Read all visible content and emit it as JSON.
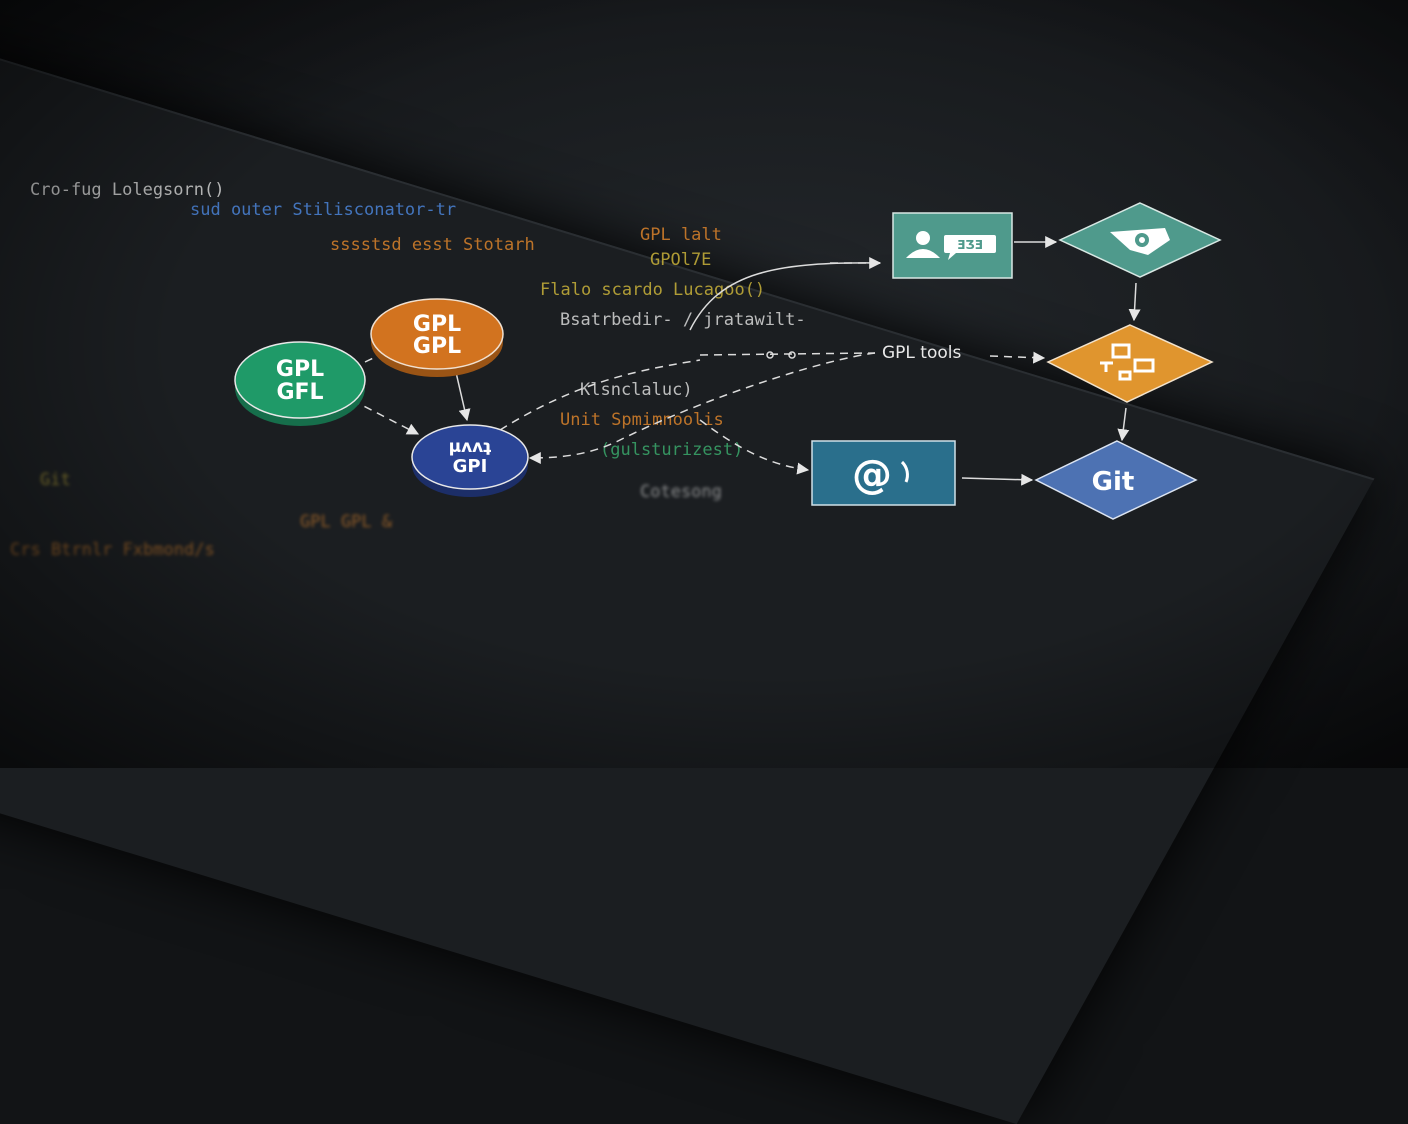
{
  "code_lines": [
    {
      "text": "Cro-fug Lolegsorn()",
      "cls": "w"
    },
    {
      "text": "sud outer Stilisconator-tr",
      "cls": "b"
    },
    {
      "text": "Flalo  scardo Lucagoo()",
      "cls": "y"
    },
    {
      "text": "Bsatrbedir- / jratawilt-",
      "cls": "w"
    },
    {
      "text": "Klsnclaluc)",
      "cls": "w"
    },
    {
      "text": "Unit Spmimnoolis",
      "cls": "o"
    },
    {
      "text": "(gulsturizest)",
      "cls": "g"
    },
    {
      "text": "GPL lalt",
      "cls": "o"
    },
    {
      "text": "GPOl7E",
      "cls": "y"
    },
    {
      "text": "GPL GPL &",
      "cls": "o"
    },
    {
      "text": "Git",
      "cls": "y"
    },
    {
      "text": "Crs Btrnlr Fxbmond/s",
      "cls": "o"
    },
    {
      "text": "Cotesong",
      "cls": "w"
    },
    {
      "text": "sssstsd  esst Stotarh",
      "cls": "o"
    }
  ],
  "diagram": {
    "nodes": {
      "green_circle": {
        "line1": "GPL",
        "line2": "GFL",
        "color": "#1f9a68"
      },
      "orange_circle": {
        "line1": "GPL",
        "line2": "GPL",
        "color": "#d2731f"
      },
      "blue_circle": {
        "line1": "µʌʌʇ",
        "line2": "GPI",
        "color": "#2a4495"
      },
      "user_chat_box": {
        "icon": "user-chat-icon",
        "badge": "ƎƷƎ",
        "color": "#4f9a8c"
      },
      "camera_diamond": {
        "icon": "camera-icon",
        "color": "#4f9a8c"
      },
      "network_diamond": {
        "icon": "network-icon",
        "color": "#e0952e"
      },
      "at_sync_box": {
        "icon": "at-sync-icon",
        "color": "#2a6f8c"
      },
      "git_diamond": {
        "label": "Git",
        "color": "#4d72b3"
      }
    },
    "edge_label": "GPL tools"
  }
}
